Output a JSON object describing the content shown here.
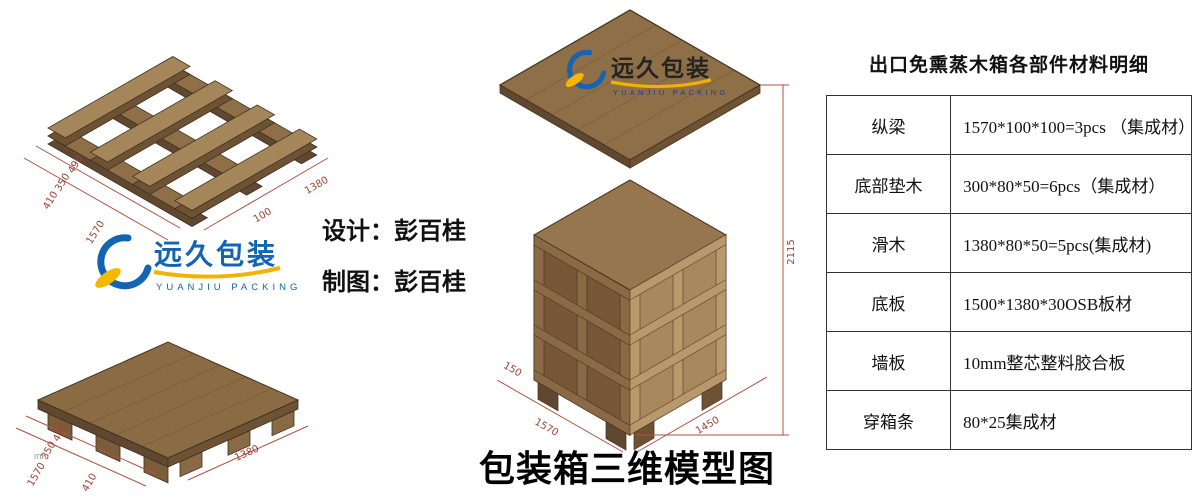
{
  "page": {
    "footnote": "mm"
  },
  "title": {
    "text": "包装箱三维模型图"
  },
  "credits": {
    "design": "设计：彭百桂",
    "draft": "制图：彭百桂"
  },
  "logo": {
    "cn": "远久包装",
    "en": "YUANJIU PACKING"
  },
  "materials_table": {
    "title": "出口免熏蒸木箱各部件材料明细",
    "rows": [
      {
        "part": "纵梁",
        "spec": "1570*100*100=3pcs （集成材）"
      },
      {
        "part": "底部垫木",
        "spec": "300*80*50=6pcs（集成材）"
      },
      {
        "part": "滑木",
        "spec": "1380*80*50=5pcs(集成材)"
      },
      {
        "part": "底板",
        "spec": "1500*1380*30OSB板材"
      },
      {
        "part": "墙板",
        "spec": "10mm整芯整料胶合板"
      },
      {
        "part": "穿箱条",
        "spec": "80*25集成材"
      }
    ]
  },
  "drawings": {
    "crate": {
      "height": "2115",
      "width": "1450",
      "depth": "1570",
      "skid": "150"
    },
    "pallet_frame": {
      "d1": "490",
      "d2": "350",
      "d3": "410",
      "d4": "1570",
      "d5": "1380",
      "d6": "100"
    },
    "pallet_board": {
      "d1": "490",
      "d2": "350",
      "d3": "1570",
      "d4": "410",
      "d5": "1380"
    }
  },
  "colors": {
    "wood_light": "#a8885c",
    "wood_mid": "#8f6f48",
    "wood_dark": "#5f4730",
    "dim_line": "#b05040",
    "logo_blue": "#1464b4",
    "logo_yellow": "#f5b800"
  }
}
